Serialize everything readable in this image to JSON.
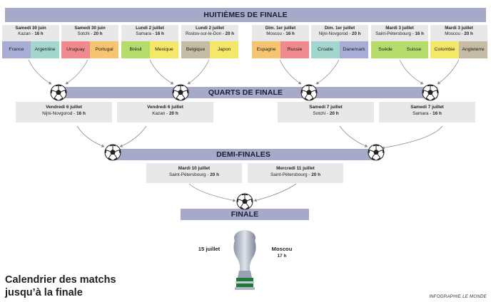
{
  "rounds": {
    "r16": "HUITIÈMES DE FINALE",
    "qf": "QUARTS DE FINALE",
    "sf": "DEMI-FINALES",
    "final": "FINALE"
  },
  "r16_matches": [
    {
      "date": "Samedi 30 juin",
      "city": "Kazan",
      "time": "16 h",
      "teams": [
        "France",
        "Argentine"
      ]
    },
    {
      "date": "Samedi 30 juin",
      "city": "Sotchi",
      "time": "20 h",
      "teams": [
        "Uruguay",
        "Portugal"
      ]
    },
    {
      "date": "Lundi 2 juillet",
      "city": "Samara",
      "time": "16 h",
      "teams": [
        "Brésil",
        "Mexique"
      ]
    },
    {
      "date": "Lundi 2 juillet",
      "city": "Rostov-sur-le-Don",
      "time": "20 h",
      "teams": [
        "Belgique",
        "Japon"
      ]
    },
    {
      "date": "Dim. 1er juillet",
      "city": "Moscou",
      "time": "16 h",
      "teams": [
        "Espagne",
        "Russie"
      ]
    },
    {
      "date": "Dim. 1er juillet",
      "city": "Nijni-Novgorod",
      "time": "20 h",
      "teams": [
        "Croatie",
        "Danemark"
      ]
    },
    {
      "date": "Mardi 3 juillet",
      "city": "Saint-Pétersbourg",
      "time": "16 h",
      "teams": [
        "Suède",
        "Suisse"
      ]
    },
    {
      "date": "Mardi 3 juillet",
      "city": "Moscou",
      "time": "20 h",
      "teams": [
        "Colombie",
        "Angleterre"
      ]
    }
  ],
  "team_colors": [
    [
      "#a8add6",
      "#a2d6cf"
    ],
    [
      "#f08a8f",
      "#f7c472"
    ],
    [
      "#b5db6a",
      "#f5e868"
    ],
    [
      "#c6bba4",
      "#f5e868"
    ],
    [
      "#f7c472",
      "#f08a8f"
    ],
    [
      "#a2d6cf",
      "#a8add6"
    ],
    [
      "#b5db6a",
      "#b5db6a"
    ],
    [
      "#f5e868",
      "#c6bba4"
    ]
  ],
  "qf_matches": [
    {
      "date": "Vendredi 6 juillet",
      "city": "Nijni-Novgorod",
      "time": "16 h"
    },
    {
      "date": "Vendredi 6 juillet",
      "city": "Kazan",
      "time": "20 h"
    },
    {
      "date": "Samedi 7 juillet",
      "city": "Sotchi",
      "time": "20 h"
    },
    {
      "date": "Samedi 7 juillet",
      "city": "Samara",
      "time": "16 h"
    }
  ],
  "sf_matches": [
    {
      "date": "Mardi 10 juillet",
      "city": "Saint-Pétersbourg",
      "time": "20 h"
    },
    {
      "date": "Mercredi 11 juillet",
      "city": "Saint-Pétersbourg",
      "time": "20 h"
    }
  ],
  "final_match": {
    "date": "15 juillet",
    "city": "Moscou",
    "time": "17 h"
  },
  "title_line1": "Calendrier des matchs",
  "title_line2": "jusqu’à la finale",
  "credit_prefix": "INFOGRAPHIE",
  "credit_brand": "LE MONDE",
  "colors": {
    "bar": "#a7a9c9",
    "box": "#e8e8e8",
    "line": "#8a8a8a"
  }
}
